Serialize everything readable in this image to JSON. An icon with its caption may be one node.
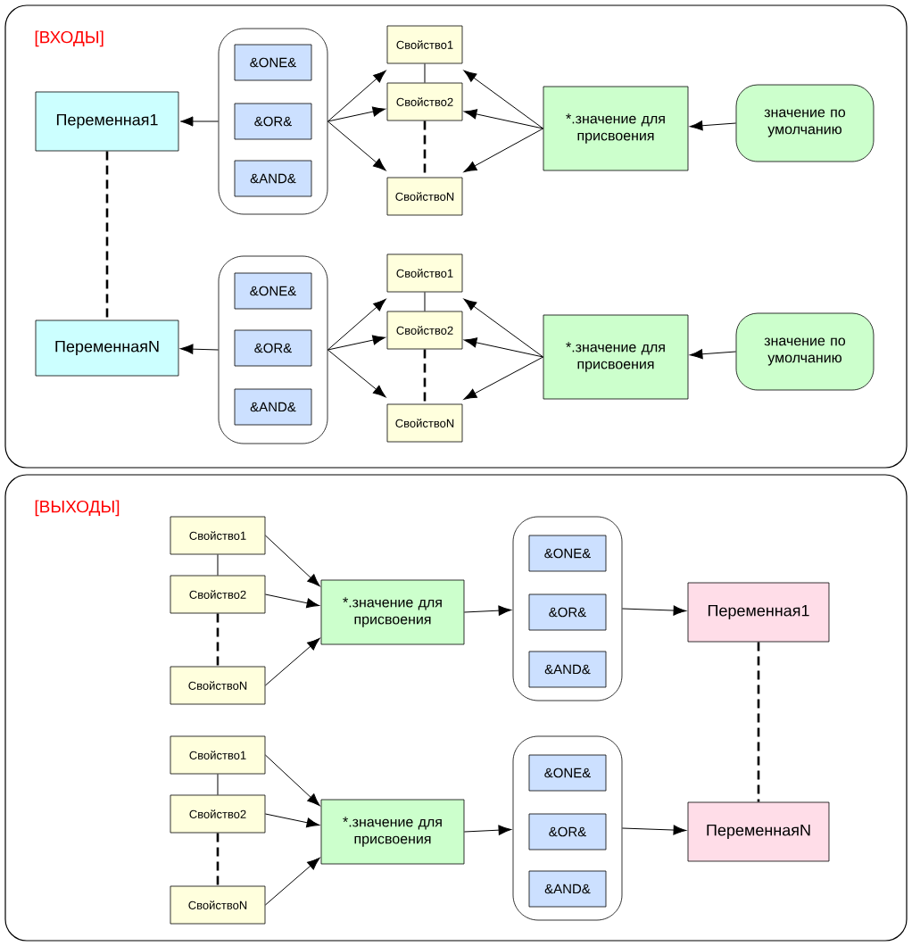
{
  "diagram": {
    "nodes": [
      {
        "text": [
          "[ВХОДЫ]"
        ]
      },
      {
        "text": [
          "Переменная1"
        ],
        "in": 0
      },
      {
        "text": [],
        "shape": "box",
        "in": 0
      },
      {
        "text": [
          "&ONE&"
        ],
        "in": 2
      },
      {
        "text": [
          "&OR&"
        ],
        "in": 2
      },
      {
        "text": [
          "&AND&"
        ],
        "in": 2
      },
      {
        "text": [
          "Свойство1"
        ],
        "in": 0
      },
      {
        "text": [
          "Свойство2"
        ],
        "in": 0
      },
      {
        "text": [
          "СвойствоN"
        ],
        "in": 0
      },
      {
        "text": [
          "*.значение для присвоения"
        ],
        "in": 0
      },
      {
        "text": [
          "значение по умолчанию"
        ],
        "in": 0
      },
      {
        "text": [
          "ПеременнаяN"
        ],
        "in": 0
      },
      {
        "text": [],
        "shape": "box",
        "in": 0
      },
      {
        "text": [
          "&ONE&"
        ],
        "in": 12
      },
      {
        "text": [
          "&OR&"
        ],
        "in": 12
      },
      {
        "text": [
          "&AND&"
        ],
        "in": 12
      },
      {
        "text": [
          "Свойство1"
        ],
        "in": 0
      },
      {
        "text": [
          "Свойство2"
        ],
        "in": 0
      },
      {
        "text": [
          "СвойствоN"
        ],
        "in": 0
      },
      {
        "text": [
          "*.значение для присвоения"
        ],
        "in": 0
      },
      {
        "text": [
          "значение по умолчанию"
        ],
        "in": 0
      },
      {
        "text": [
          "[ВЫХОДЫ]"
        ]
      },
      {
        "text": [
          "Свойство1"
        ],
        "in": 21
      },
      {
        "text": [
          "Свойство2"
        ],
        "in": 21
      },
      {
        "text": [
          "СвойствоN"
        ],
        "in": 21
      },
      {
        "text": [
          "*.значение для присвоения"
        ],
        "in": 21
      },
      {
        "text": [],
        "shape": "box",
        "in": 21
      },
      {
        "text": [
          "&ONE&"
        ],
        "in": 26
      },
      {
        "text": [
          "&OR&"
        ],
        "in": 26
      },
      {
        "text": [
          "&AND&"
        ],
        "in": 26
      },
      {
        "text": [
          "Переменная1"
        ],
        "in": 21
      },
      {
        "text": [
          "Свойство1"
        ],
        "in": 21
      },
      {
        "text": [
          "Свойство2"
        ],
        "in": 21
      },
      {
        "text": [
          "СвойствоN"
        ],
        "in": 21
      },
      {
        "text": [
          "*.значение для присвоения"
        ],
        "in": 21
      },
      {
        "text": [],
        "shape": "box",
        "in": 21
      },
      {
        "text": [
          "&ONE&"
        ],
        "in": 35
      },
      {
        "text": [
          "&OR&"
        ],
        "in": 35
      },
      {
        "text": [
          "&AND&"
        ],
        "in": 35
      },
      {
        "text": [
          "ПеременнаяN"
        ],
        "in": 21
      }
    ],
    "edges": [
      {
        "from": 2,
        "to": 1,
        "arrow": "to"
      },
      {
        "from": 2,
        "to": 6,
        "arrow": "to"
      },
      {
        "from": 2,
        "to": 7,
        "arrow": "to"
      },
      {
        "from": 2,
        "to": 8,
        "arrow": "to"
      },
      {
        "from": 9,
        "to": 6,
        "arrow": "to"
      },
      {
        "from": 9,
        "to": 7,
        "arrow": "to"
      },
      {
        "from": 9,
        "to": 8,
        "arrow": "to"
      },
      {
        "from": 10,
        "to": 9,
        "arrow": "to"
      },
      {
        "from": 6,
        "to": 7,
        "arrow": "none"
      },
      {
        "from": 7,
        "to": 8,
        "arrow": "none",
        "style": "dashed"
      },
      {
        "from": 1,
        "to": 11,
        "arrow": "none",
        "style": "dashed"
      },
      {
        "from": 12,
        "to": 11,
        "arrow": "to"
      },
      {
        "from": 12,
        "to": 16,
        "arrow": "to"
      },
      {
        "from": 12,
        "to": 17,
        "arrow": "to"
      },
      {
        "from": 12,
        "to": 18,
        "arrow": "to"
      },
      {
        "from": 19,
        "to": 16,
        "arrow": "to"
      },
      {
        "from": 19,
        "to": 17,
        "arrow": "to"
      },
      {
        "from": 19,
        "to": 18,
        "arrow": "to"
      },
      {
        "from": 20,
        "to": 19,
        "arrow": "to"
      },
      {
        "from": 16,
        "to": 17,
        "arrow": "none"
      },
      {
        "from": 17,
        "to": 18,
        "arrow": "none",
        "style": "dashed"
      },
      {
        "from": 22,
        "to": 25,
        "arrow": "to"
      },
      {
        "from": 23,
        "to": 25,
        "arrow": "to"
      },
      {
        "from": 24,
        "to": 25,
        "arrow": "to"
      },
      {
        "from": 22,
        "to": 23,
        "arrow": "none"
      },
      {
        "from": 23,
        "to": 24,
        "arrow": "none",
        "style": "dashed"
      },
      {
        "from": 25,
        "to": 26,
        "arrow": "to"
      },
      {
        "from": 26,
        "to": 30,
        "arrow": "to"
      },
      {
        "from": 31,
        "to": 34,
        "arrow": "to"
      },
      {
        "from": 32,
        "to": 34,
        "arrow": "to"
      },
      {
        "from": 33,
        "to": 34,
        "arrow": "to"
      },
      {
        "from": 31,
        "to": 32,
        "arrow": "none"
      },
      {
        "from": 32,
        "to": 33,
        "arrow": "none",
        "style": "dashed"
      },
      {
        "from": 34,
        "to": 35,
        "arrow": "to"
      },
      {
        "from": 35,
        "to": 39,
        "arrow": "to"
      },
      {
        "from": 30,
        "to": 39,
        "arrow": "none",
        "style": "dashed"
      }
    ]
  }
}
